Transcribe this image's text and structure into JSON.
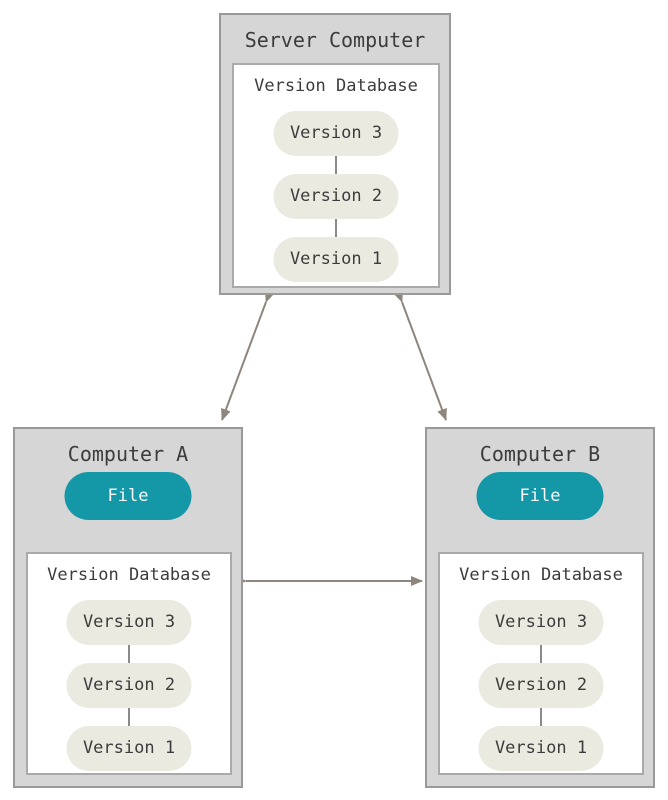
{
  "colors": {
    "teal": "#1497a6",
    "box_fill": "#d6d6d6",
    "box_border": "#999999",
    "db_fill": "#ffffff",
    "db_border": "#aaaaaa",
    "pill_fill": "#ebeae1",
    "text": "#3c3c3c",
    "file_text": "#f7f7f7",
    "arrow": "#8e867c",
    "link": "#8a8a8a",
    "page_bg": "#ffffff"
  },
  "server": {
    "title": "Server Computer",
    "database": {
      "label": "Version Database",
      "versions": [
        "Version 3",
        "Version 2",
        "Version 1"
      ]
    }
  },
  "computer_a": {
    "title": "Computer A",
    "file_label": "File",
    "database": {
      "label": "Version Database",
      "versions": [
        "Version 3",
        "Version 2",
        "Version 1"
      ]
    }
  },
  "computer_b": {
    "title": "Computer B",
    "file_label": "File",
    "database": {
      "label": "Version Database",
      "versions": [
        "Version 3",
        "Version 2",
        "Version 1"
      ]
    }
  }
}
